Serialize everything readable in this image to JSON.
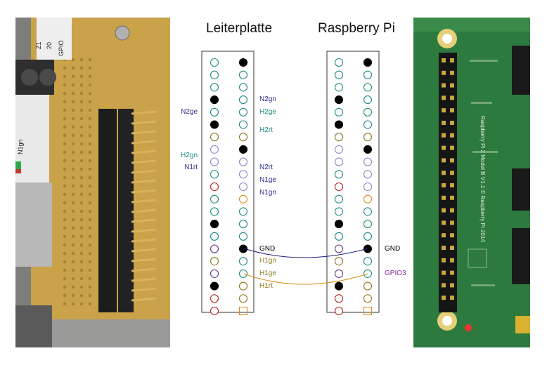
{
  "titles": {
    "left": "Leiterplatte",
    "right": "Raspberry Pi"
  },
  "photo_left": {
    "header_labels": [
      "Z1",
      "20",
      "GPIO"
    ],
    "side_label": "N1gn"
  },
  "photo_right": {
    "silkscreen": "Raspberry Pi 2 Model B V1.1 © Raspberry Pi 2014"
  },
  "colors": {
    "teal": "#1c8a86",
    "purple": "#6a2e8a",
    "lavender": "#8888cc",
    "red": "#b22222",
    "olive": "#8a7a20",
    "orange": "#e08a1a",
    "black": "#000000",
    "navy": "#2a2a8a",
    "olive_text": "#8a7a20",
    "gpio_text": "#8a2a9a",
    "wire_gnd": "#1a1a7a",
    "wire_gpio": "#d8901a"
  },
  "header": {
    "rows": [
      [
        "teal",
        "black"
      ],
      [
        "teal",
        "teal"
      ],
      [
        "teal",
        "teal"
      ],
      [
        "black",
        "teal"
      ],
      [
        "teal",
        "teal"
      ],
      [
        "black",
        "teal"
      ],
      [
        "olive",
        "olive"
      ],
      [
        "lavender",
        "black"
      ],
      [
        "lavender",
        "lavender"
      ],
      [
        "teal",
        "lavender"
      ],
      [
        "red",
        "lavender"
      ],
      [
        "teal",
        "orange"
      ],
      [
        "teal",
        "teal"
      ],
      [
        "black",
        "teal"
      ],
      [
        "teal",
        "teal"
      ],
      [
        "purple",
        "black"
      ],
      [
        "olive",
        "teal"
      ],
      [
        "purple",
        "teal"
      ],
      [
        "black",
        "olive"
      ],
      [
        "red",
        "olive"
      ],
      [
        "red",
        "square-orange"
      ]
    ]
  },
  "left_labels": [
    {
      "row": 4,
      "text": "N2ge",
      "color": "navy"
    },
    {
      "row": 7.5,
      "text": "H2gn",
      "color": "teal"
    },
    {
      "row": 8.5,
      "text": "N1rt",
      "color": "navy"
    }
  ],
  "mid_labels": [
    {
      "row": 3,
      "text": "N2gn",
      "color": "navy"
    },
    {
      "row": 4,
      "text": "H2ge",
      "color": "teal"
    },
    {
      "row": 5.5,
      "text": "H2rt",
      "color": "teal"
    },
    {
      "row": 8.5,
      "text": "N2rt",
      "color": "navy"
    },
    {
      "row": 9.5,
      "text": "N1ge",
      "color": "navy"
    },
    {
      "row": 10.5,
      "text": "N1gn",
      "color": "navy"
    },
    {
      "row": 15,
      "text": "GND",
      "color": "black"
    },
    {
      "row": 16,
      "text": "H1gn",
      "color": "olive_text"
    },
    {
      "row": 17,
      "text": "H1ge",
      "color": "olive_text"
    },
    {
      "row": 18,
      "text": "H1rt",
      "color": "olive_text"
    }
  ],
  "right_labels": [
    {
      "row": 15,
      "text": "GND",
      "color": "black"
    },
    {
      "row": 17,
      "text": "GPIO3",
      "color": "gpio_text"
    }
  ]
}
